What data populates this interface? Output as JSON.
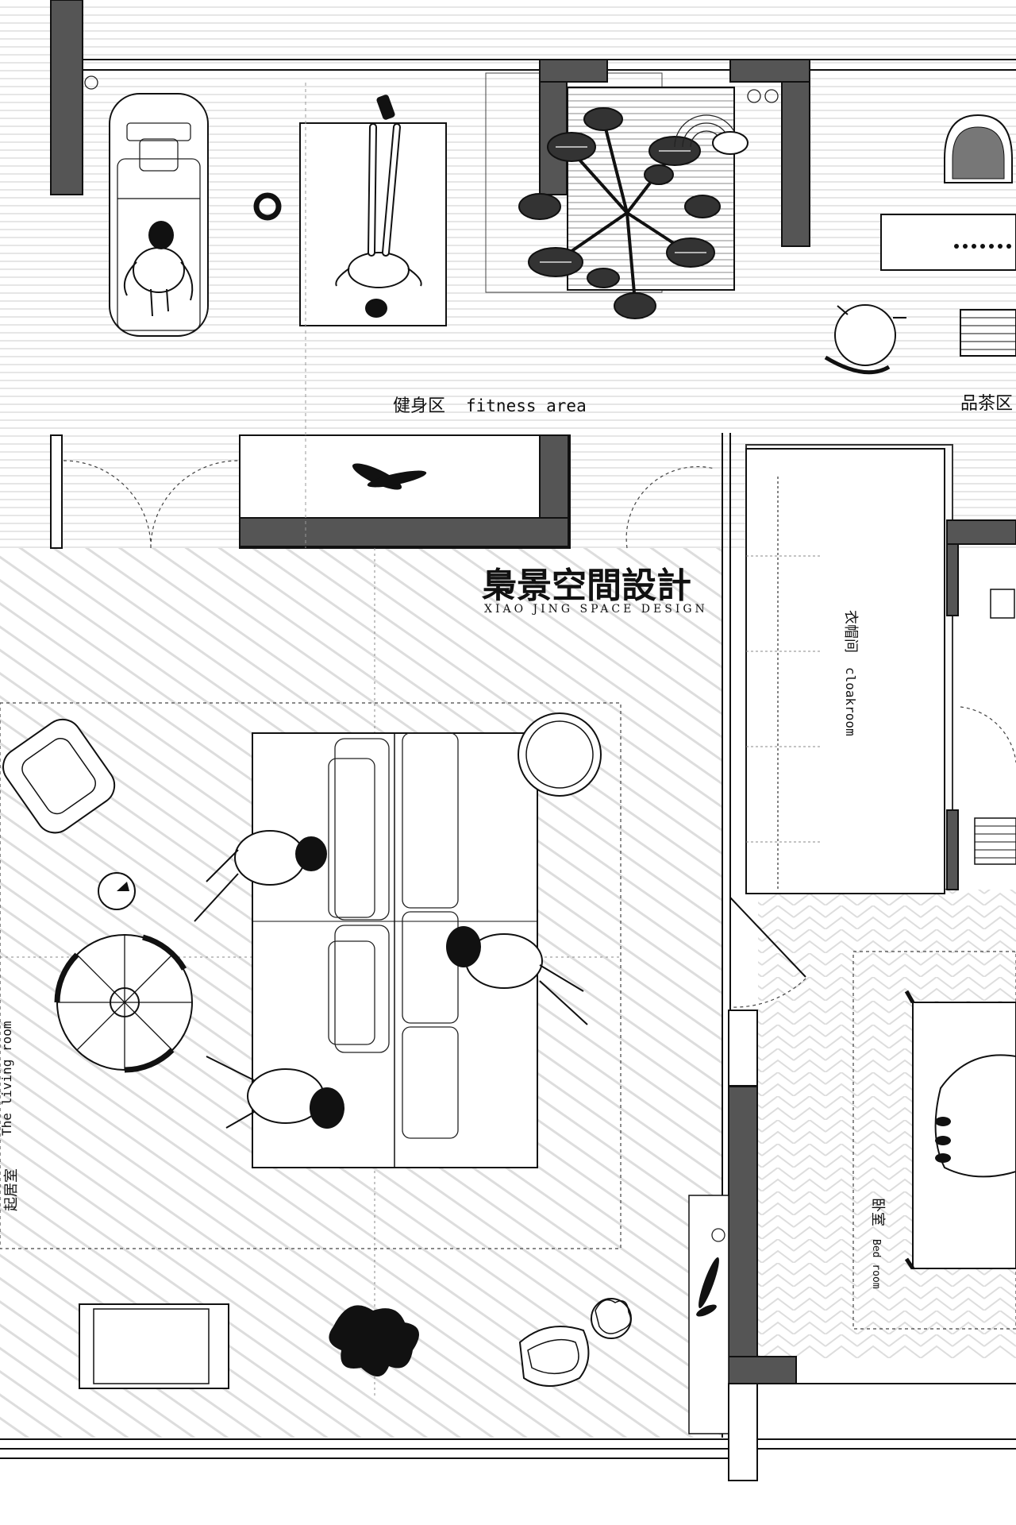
{
  "rooms": {
    "fitness": {
      "cn": "健身区",
      "en": "fitness area"
    },
    "tea": {
      "cn": "品茶区"
    },
    "cloakroom": {
      "cn": "衣帽间",
      "en": "cloakroom"
    },
    "living": {
      "cn": "起居室",
      "en": "The living room"
    },
    "bedroom": {
      "cn": "卧室",
      "en": "Bed room"
    }
  },
  "brand": {
    "cn": "梟景空間設計",
    "en": "XIAO JING SPACE DESIGN"
  },
  "icons": [
    "treadmill-icon",
    "person-icon",
    "tree-icon",
    "chair-icon",
    "sofa-icon",
    "round-table-icon",
    "bed-icon",
    "dog-rug-icon",
    "plant-icon"
  ],
  "colors": {
    "wall": "#555555",
    "line": "#111111",
    "background": "#ffffff"
  }
}
